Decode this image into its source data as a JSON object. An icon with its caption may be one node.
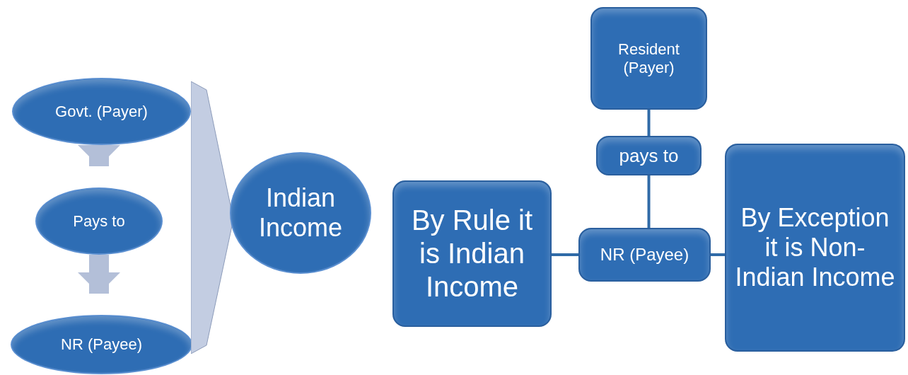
{
  "diagram": {
    "nodes": [
      {
        "text": [
          "Govt. (Payer)"
        ]
      },
      {
        "text": [
          "Pays to"
        ]
      },
      {
        "text": [
          "NR (Payee)"
        ]
      },
      {
        "text": [],
        "shape": "chevron"
      },
      {
        "text": [
          "Indian Income"
        ]
      },
      {
        "text": [
          "By Rule it is Indian Income"
        ]
      },
      {
        "text": [
          "Resident (Payer)"
        ]
      },
      {
        "text": [
          "pays to"
        ]
      },
      {
        "text": [
          "NR (Payee)"
        ]
      },
      {
        "text": [
          "By Exception it is Non-Indian Income"
        ]
      }
    ],
    "edges": [
      {
        "from": 0,
        "to": 1,
        "arrow": "to",
        "style": "thick",
        "color": "#b3bfd8"
      },
      {
        "from": 1,
        "to": 2,
        "arrow": "to",
        "style": "thick",
        "color": "#b3bfd8"
      },
      {
        "from": 5,
        "to": 8,
        "arrow": "none"
      },
      {
        "from": 8,
        "to": 9,
        "arrow": "none"
      },
      {
        "from": 6,
        "to": 7,
        "arrow": "none"
      },
      {
        "from": 7,
        "to": 8,
        "arrow": "none"
      }
    ]
  }
}
